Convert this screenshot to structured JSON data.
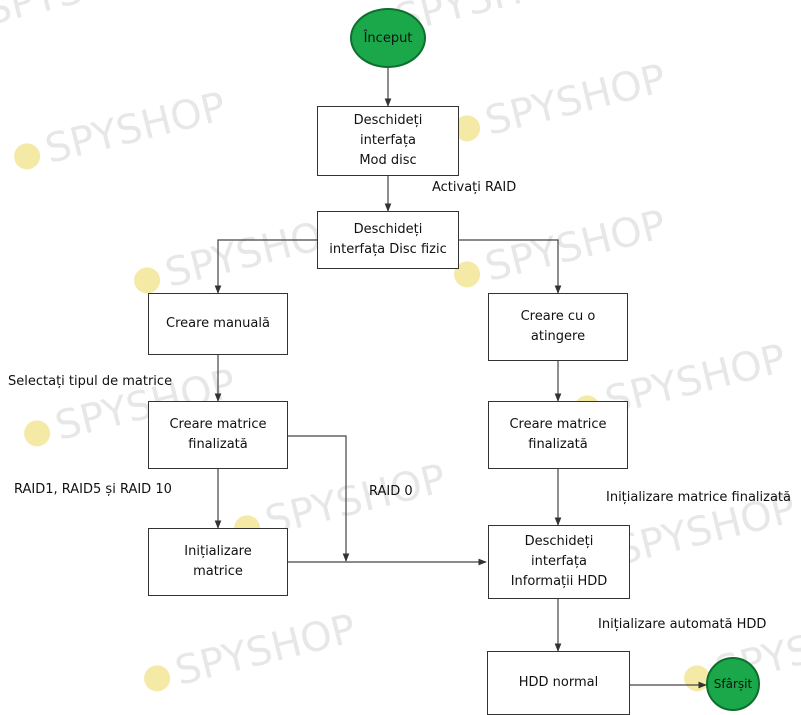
{
  "diagram": {
    "nodes": {
      "start": "Început",
      "open_disk_mode": "Deschideți\ninterfața\nMod disc",
      "open_physical_disk": "Deschideți\ninterfața Disc fizic",
      "manual_create": "Creare manuală",
      "one_touch_create": "Creare cu o\natingere",
      "finalized_array_left": "Creare matrice\nfinalizată",
      "finalized_array_right": "Creare matrice\nfinalizată",
      "init_array": "Inițializare\nmatrice",
      "open_hdd_info": "Deschideți\ninterfața\nInformații HDD",
      "hdd_normal": "HDD normal",
      "end": "Sfârșit"
    },
    "edge_labels": {
      "enable_raid": "Activați RAID",
      "select_array_type": "Selectați tipul de matrice",
      "raid_levels": "RAID1, RAID5 și RAID 10",
      "raid0": "RAID 0",
      "init_finalized": "Inițializare matrice finalizată",
      "auto_init_hdd": "Inițializare automată HDD"
    },
    "watermark": "SPYSHOP",
    "colors": {
      "node_fill": "#1aa84a",
      "watermark": "#cccccc",
      "watermark_icon": "#f5e9a6"
    }
  }
}
